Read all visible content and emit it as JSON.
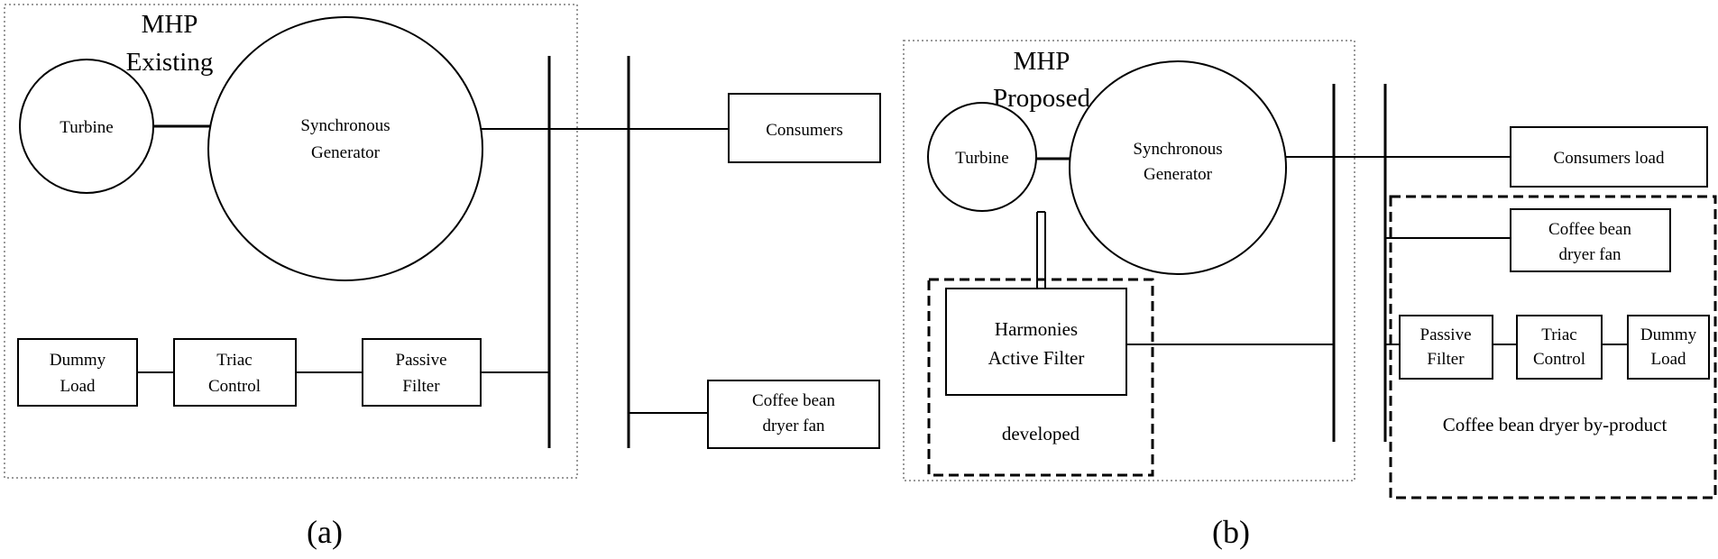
{
  "colors": {
    "stroke": "#000000",
    "frame": "#9a9a9a",
    "background": "#ffffff"
  },
  "panel_a": {
    "frame_title": [
      "MHP",
      "Existing"
    ],
    "turbine": "Turbine",
    "generator": [
      "Synchronous",
      "Generator"
    ],
    "consumers": "Consumers",
    "dryer_fan": [
      "Coffee bean",
      "dryer fan"
    ],
    "dummy_load": [
      "Dummy",
      "Load"
    ],
    "triac_control": [
      "Triac",
      "Control"
    ],
    "passive_filter": [
      "Passive",
      "Filter"
    ],
    "caption": "(a)"
  },
  "panel_b": {
    "frame_title": [
      "MHP",
      "Proposed"
    ],
    "turbine": "Turbine",
    "generator": [
      "Synchronous",
      "Generator"
    ],
    "consumers_load": "Consumers load",
    "dryer_fan": [
      "Coffee bean",
      "dryer fan"
    ],
    "passive_filter": [
      "Passive",
      "Filter"
    ],
    "triac_control": [
      "Triac",
      "Control"
    ],
    "dummy_load": [
      "Dummy",
      "Load"
    ],
    "active_filter": [
      "Harmonies",
      "Active Filter"
    ],
    "developed_label": "developed",
    "byproduct_label": "Coffee bean dryer by-product",
    "caption": "(b)"
  }
}
